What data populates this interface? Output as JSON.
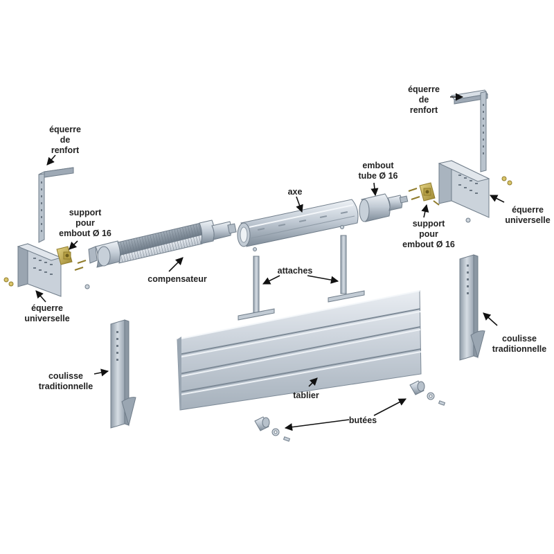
{
  "labels": {
    "equerre_renfort_left": [
      "équerre",
      "de",
      "renfort"
    ],
    "equerre_renfort_right": [
      "équerre",
      "de",
      "renfort"
    ],
    "support_left": [
      "support",
      "pour",
      "embout Ø 16"
    ],
    "support_right": [
      "support",
      "pour",
      "embout Ø 16"
    ],
    "equerre_universelle_left": [
      "équerre",
      "universelle"
    ],
    "equerre_universelle_right": [
      "équerre",
      "universelle"
    ],
    "compensateur": "compensateur",
    "axe": "axe",
    "embout_tube": [
      "embout",
      "tube Ø 16"
    ],
    "attaches": "attaches",
    "coulisse_left": [
      "coulisse",
      "traditionnelle"
    ],
    "coulisse_right": [
      "coulisse",
      "traditionnelle"
    ],
    "tablier": "tablier",
    "butees": "butées"
  },
  "colors": {
    "metal_light": "#d4dbe3",
    "metal_mid": "#aab5c0",
    "metal_dark": "#7d8a97",
    "brass": "#c9b45a",
    "brass_dark": "#8f7b2a",
    "arrow": "#111111",
    "text": "#222222"
  }
}
